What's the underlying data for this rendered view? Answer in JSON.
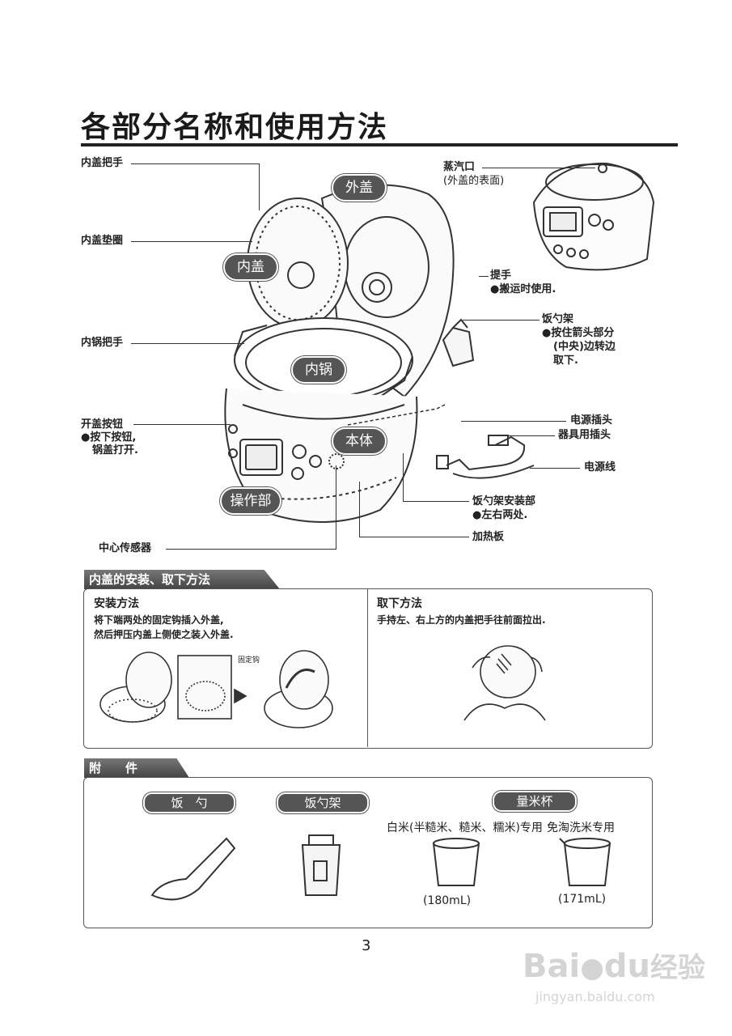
{
  "page": {
    "title": "各部分名称和使用方法",
    "page_number": "3"
  },
  "diagram": {
    "pills": {
      "outer_lid": "外盖",
      "inner_lid": "内盖",
      "inner_pot": "内锅",
      "body": "本体",
      "control": "操作部"
    },
    "labels": {
      "inner_lid_handle": "内盖把手",
      "inner_lid_gasket": "内盖垫圈",
      "inner_pot_handle": "内锅把手",
      "open_button": "开盖按钮",
      "open_button_note1": "●按下按钮,",
      "open_button_note2": "锅盖打开.",
      "center_sensor": "中心传感器",
      "steam_vent": "蒸汽口",
      "steam_vent_note": "(外盖的表面)",
      "carry_handle": "提手",
      "carry_handle_note": "●搬运时使用.",
      "paddle_holder": "饭勺架",
      "paddle_holder_note1": "●按住箭头部分",
      "paddle_holder_note2": "(中央)边转边",
      "paddle_holder_note3": "取下.",
      "power_plug": "电源插头",
      "appliance_plug": "器具用插头",
      "power_cord": "电源线",
      "holder_mount": "饭勺架安装部",
      "holder_mount_note": "●左右两处.",
      "heating_plate": "加热板"
    }
  },
  "inner_lid_section": {
    "tab": "内盖的安装、取下方法",
    "install": {
      "heading": "安装方法",
      "line1": "将下端两处的固定钩插入外盖,",
      "line2": "然后押压内盖上侧使之装入外盖.",
      "hook_label": "固定钩"
    },
    "remove": {
      "heading": "取下方法",
      "line1": "手持左、右上方的内盖把手往前面拉出."
    }
  },
  "accessories": {
    "tab": "附　　件",
    "paddle": "饭　勺",
    "paddle_holder": "饭勺架",
    "measuring_cup": "量米杯",
    "cup_white_rice": "白米(半糙米、糙米、糯米)专用",
    "cup_no_wash": "免淘洗米专用",
    "cup_white_volume": "(180mL)",
    "cup_no_wash_volume": "(171mL)"
  },
  "watermark": {
    "brand_a": "Bai",
    "brand_b": "du",
    "brand_cn": "经验",
    "url": "jingyan.baidu.com"
  },
  "colors": {
    "pill": "#555555",
    "line": "#333333"
  }
}
